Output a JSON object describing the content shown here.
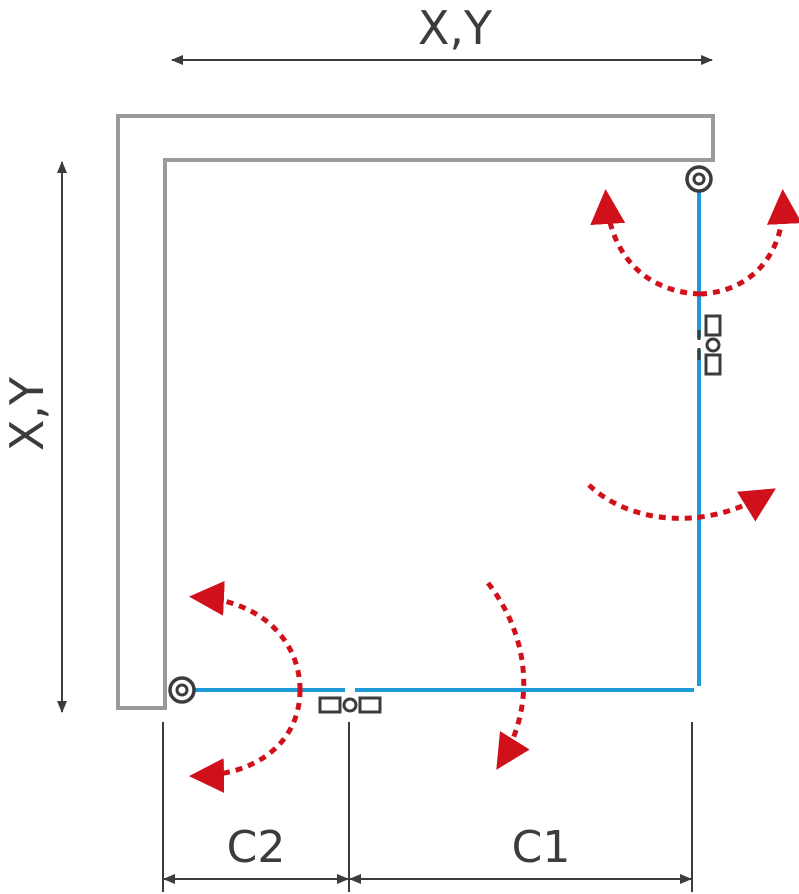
{
  "labels": {
    "top_dimension": "X,Y",
    "left_dimension": "X,Y",
    "c1": "C1",
    "c2": "C2"
  },
  "colors": {
    "wall": "#9a9a9a",
    "glass": "#1e9ad6",
    "arrow": "#d0101a",
    "dimension": "#3c3c3c",
    "hardware": "#3c3c3c"
  }
}
